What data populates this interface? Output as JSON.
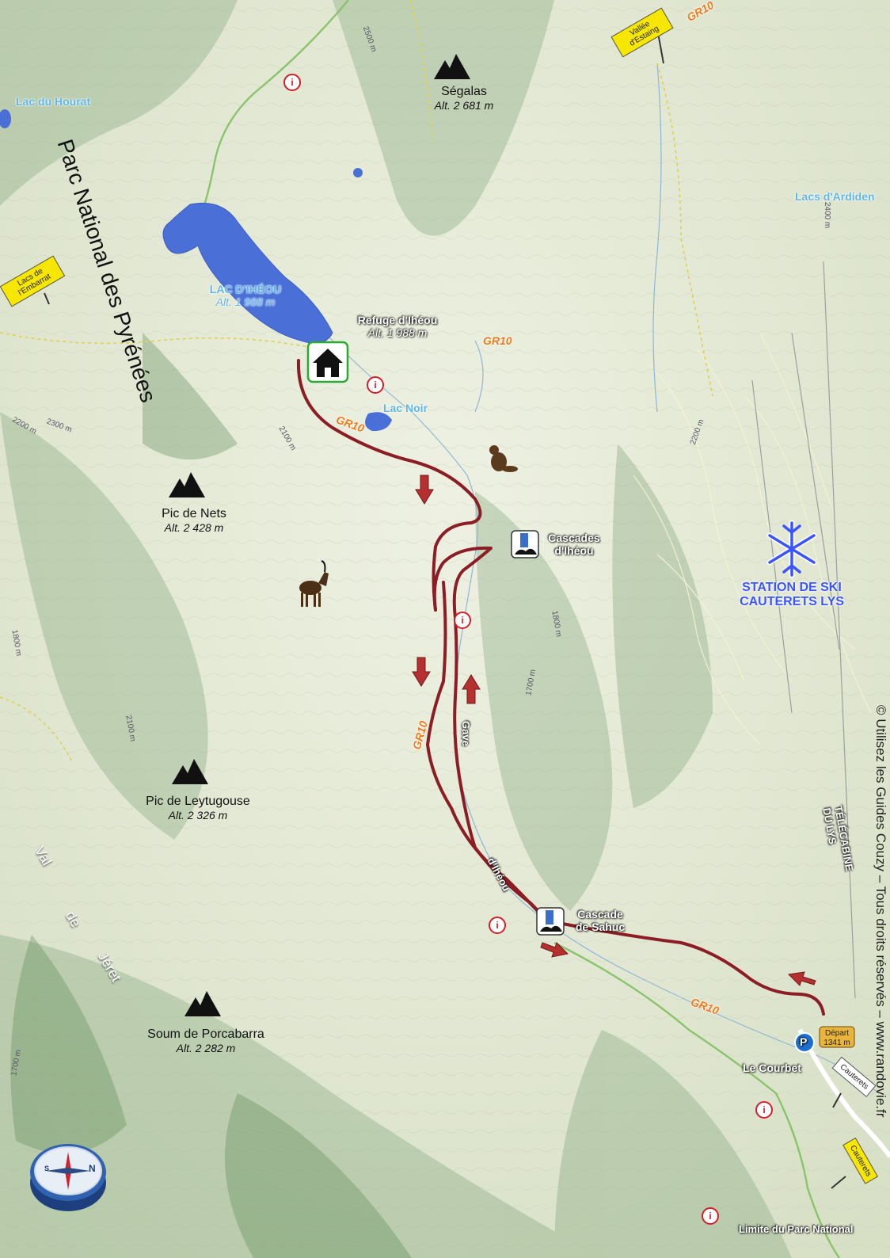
{
  "peaks": [
    {
      "name": "Ségalas",
      "alt": "Alt. 2 681 m"
    },
    {
      "name": "Pic de Nets",
      "alt": "Alt. 2 428 m"
    },
    {
      "name": "Pic de Leytugouse",
      "alt": "Alt. 2 326 m"
    },
    {
      "name": "Soum de Porcabarra",
      "alt": "Alt. 2 282 m"
    }
  ],
  "lakes": {
    "hourat": "Lac du Hourat",
    "iheou_name": "LAC D'IHÉOU",
    "iheou_alt": "Alt. 1 988 m",
    "noir": "Lac Noir",
    "ardiden": "Lacs d'Ardiden"
  },
  "refuge": {
    "name": "Refuge d'Ihéou",
    "alt": "Alt. 1 988 m"
  },
  "waterfalls": [
    {
      "line1": "Cascades",
      "line2": "d'Ihéou"
    },
    {
      "line1": "Cascade",
      "line2": "de Sahuc"
    }
  ],
  "stream": {
    "part1": "Gave",
    "part2": "d'Ihéou"
  },
  "park_label": "Parc National des Pyrénées",
  "val_label": {
    "w1": "Val",
    "w2": "de",
    "w3": "Jéret"
  },
  "trail_label": "GR10",
  "start": {
    "parking": "P",
    "label_line1": "Départ",
    "label_line2": "1341 m",
    "place": "Le Courbet"
  },
  "signs": {
    "estaing": "Vallée d'Estaing",
    "embarrat": "Lacs de l'Embarrat",
    "cauterets1": "Cauterets",
    "cauterets2": "Cauterets"
  },
  "ski_station": {
    "line1": "STATION DE SKI",
    "line2": "CAUTERETS LYS"
  },
  "telecabine": "TÉLÉCABINE DU LYS",
  "park_limit": "Limite du Parc National",
  "contours": [
    "2500 m",
    "2400 m",
    "2300 m",
    "2200 m",
    "2100 m",
    "2200 m",
    "2100 m",
    "1800 m",
    "1700 m",
    "1800 m",
    "1700 m"
  ],
  "copyright": "© Utilisez les Guides Couzy – Tous droits réservés – www.randovie.fr",
  "compass": {
    "north": "N",
    "south": "S"
  },
  "colors": {
    "route": "#8c1d24",
    "lake": "#4a6fd6",
    "relief": "#7a9d6e",
    "snow": "#3a55ff",
    "info_red": "#d0202a"
  },
  "icons": [
    "mountain-icon",
    "refuge-house-icon",
    "waterfall-icon",
    "info-icon",
    "marmot-icon",
    "izard-icon",
    "snowflake-icon",
    "parking-icon",
    "compass-icon"
  ]
}
